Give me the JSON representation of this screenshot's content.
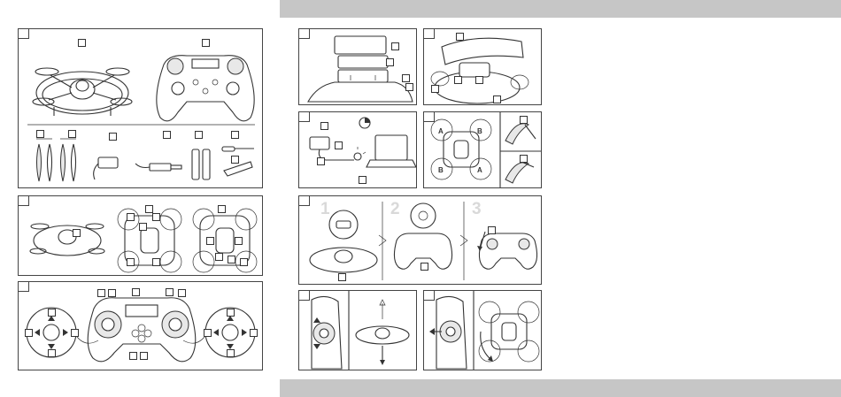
{
  "header_band": "",
  "footer_band": "",
  "panels": [
    {
      "id": "p1",
      "number": "",
      "label": "",
      "steps": []
    },
    {
      "id": "p2",
      "number": "",
      "label": "",
      "steps": []
    },
    {
      "id": "p3",
      "number": "",
      "label": "",
      "steps": []
    },
    {
      "id": "p4",
      "number": "",
      "label": "",
      "steps": []
    },
    {
      "id": "p5",
      "number": "",
      "label": "",
      "steps": []
    },
    {
      "id": "p6",
      "number": "",
      "label": "",
      "steps": []
    },
    {
      "id": "p7",
      "number": "",
      "label": "",
      "steps": []
    },
    {
      "id": "p8",
      "number": "",
      "label": "",
      "steps": [
        "1",
        "2",
        "3"
      ]
    },
    {
      "id": "p9",
      "number": "",
      "label": "",
      "steps": []
    },
    {
      "id": "p10",
      "number": "",
      "label": "",
      "steps": []
    }
  ],
  "controller_brand": "",
  "drone_arm_letters": [
    "A",
    "B",
    "B",
    "A"
  ],
  "icons": [
    "drone-icon",
    "controller-icon",
    "propeller-icon",
    "charger-icon",
    "usb-cable-icon",
    "battery-icon",
    "screwdriver-icon",
    "laptop-icon",
    "arrow-up-icon",
    "arrow-down-icon",
    "rotate-icon"
  ]
}
